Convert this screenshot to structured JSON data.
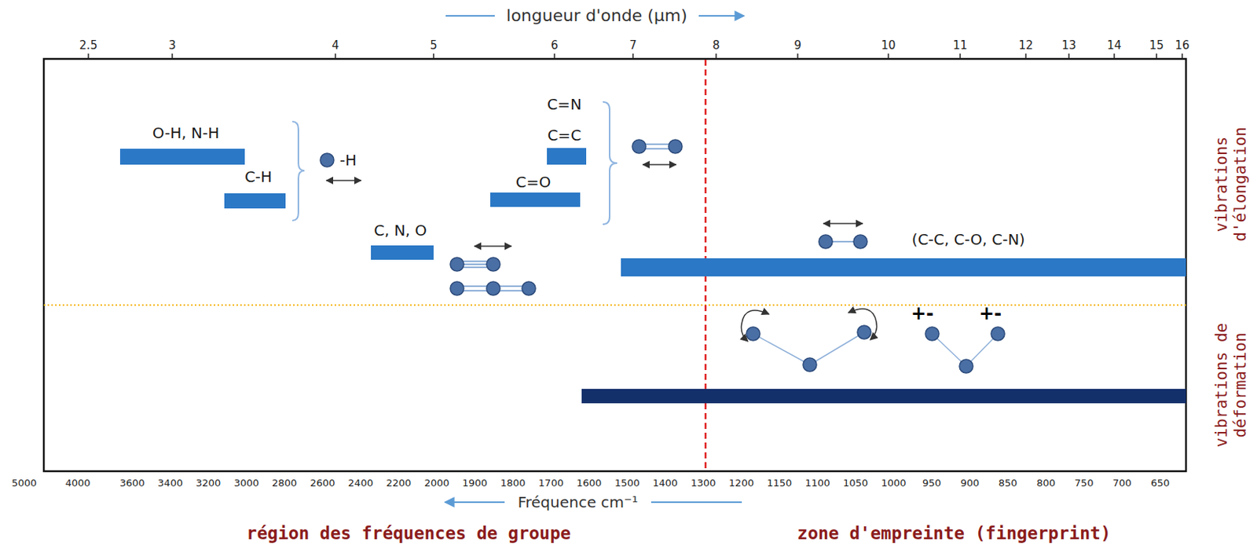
{
  "diagram": {
    "nodes": [
      {
        "text": [
          "O-H, N-H"
        ]
      },
      {
        "text": [
          "C-H"
        ]
      },
      {
        "text": [
          "C=N",
          "C=C"
        ]
      },
      {
        "text": [
          "C=O"
        ]
      },
      {
        "text": [
          "C, N, O"
        ]
      },
      {
        "text": [
          "(C-C, C-O, C-N)"
        ]
      }
    ],
    "labels": [
      "longueur d'onde (μm)",
      "2.5",
      "3",
      "4",
      "5",
      "6",
      "7",
      "8",
      "9",
      "10",
      "11",
      "12",
      "13",
      "14",
      "15",
      "16",
      "-H",
      "+-",
      "+-",
      "vibrations d'élongation",
      "vibrations de déformation",
      "5000",
      "4000",
      "3600",
      "3400",
      "3200",
      "3000",
      "2800",
      "2600",
      "2400",
      "2200",
      "2000",
      "1900",
      "1800",
      "1700",
      "1600",
      "1500",
      "1400",
      "1300",
      "1200",
      "1150",
      "1100",
      "1050",
      "1000",
      "950",
      "900",
      "850",
      "800",
      "750",
      "700",
      "650",
      "Fréquence cm⁻¹",
      "région des fréquences de groupe",
      "zone d'empreinte (fingerprint)"
    ]
  }
}
